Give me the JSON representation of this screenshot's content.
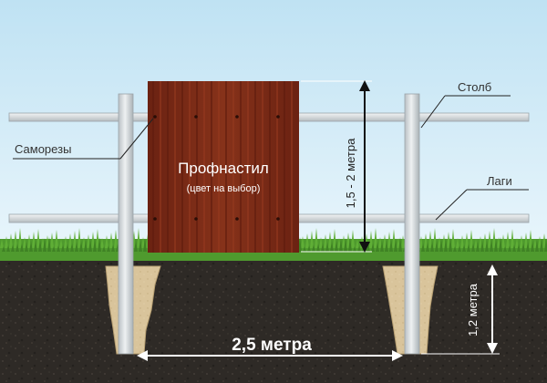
{
  "diagram": {
    "sheet": {
      "title": "Профнастил",
      "subtitle": "(цвет на выбор)"
    },
    "labels": {
      "post": "Столб",
      "screws": "Саморезы",
      "rails": "Лаги"
    },
    "dimensions": {
      "sheet_height": "1,5 - 2 метра",
      "post_depth": "1,2 метра",
      "post_spacing": "2,5 метра"
    },
    "colors": {
      "sky_top": "#bfe2f3",
      "sky_bottom": "#e9f6fc",
      "grass": "#4f9a2e",
      "soil": "#2d2a26",
      "concrete": "#d8c39a",
      "post": "#d4d9dc",
      "sheet": "#7a2a16",
      "annotation_line": "#ffffff"
    }
  }
}
